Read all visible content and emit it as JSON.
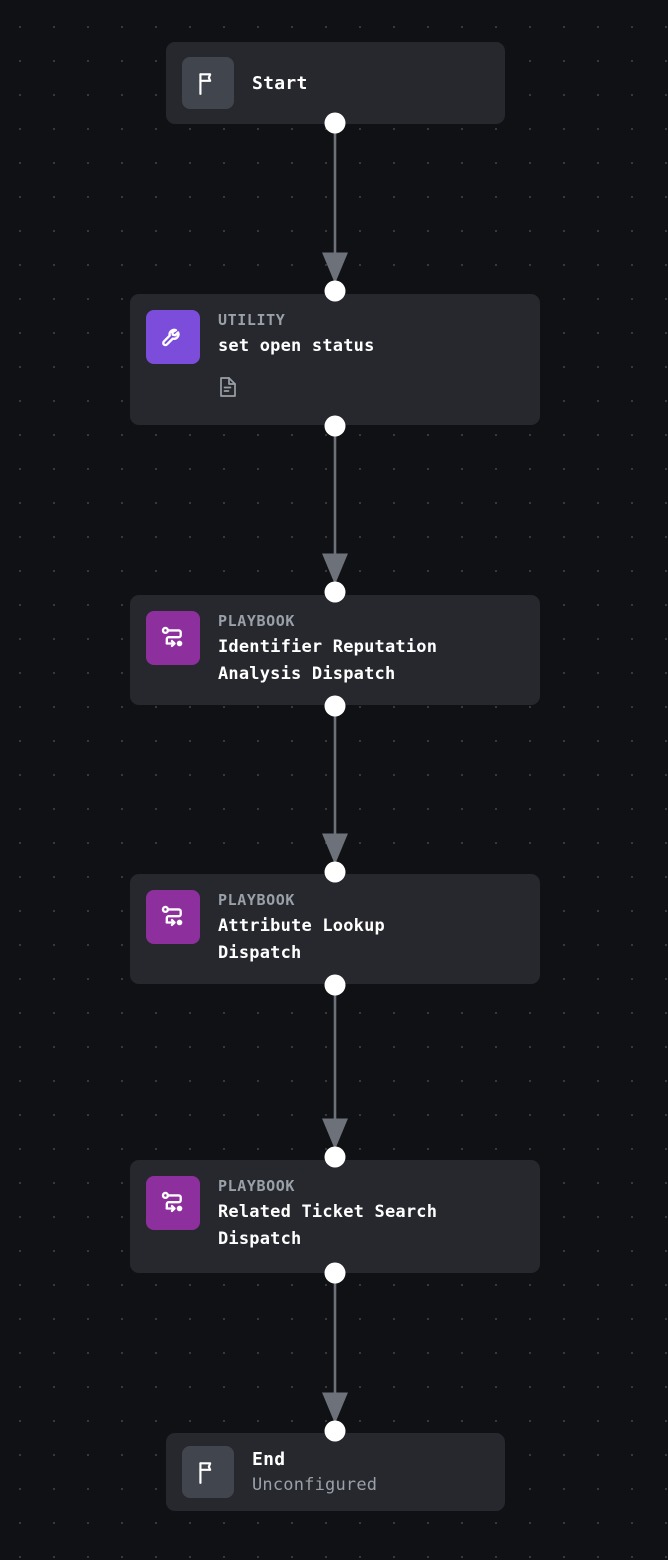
{
  "canvas": {
    "background_color": "#0f1114",
    "dot_color": "#35383d",
    "node_color": "#26282e",
    "edge_color": "#6d717a",
    "handle_color": "#ffffff"
  },
  "nodes": [
    {
      "id": "start",
      "kind": "terminal",
      "icon": "flag-icon",
      "icon_color": "#41454d",
      "title": "Start",
      "kicker": "",
      "subtitle": "",
      "has_doc_icon": false
    },
    {
      "id": "set-open-status",
      "kind": "step",
      "icon": "wrench-icon",
      "icon_color": "#7c4ddb",
      "kicker": "UTILITY",
      "title": "set open status",
      "subtitle": "",
      "has_doc_icon": true,
      "doc_icon": "document-icon"
    },
    {
      "id": "identifier-reputation-analysis-dispatch",
      "kind": "step",
      "icon": "workflow-icon",
      "icon_color": "#8e2f9e",
      "kicker": "PLAYBOOK",
      "title": "Identifier Reputation\nAnalysis Dispatch",
      "subtitle": "",
      "has_doc_icon": false
    },
    {
      "id": "attribute-lookup-dispatch",
      "kind": "step",
      "icon": "workflow-icon",
      "icon_color": "#8e2f9e",
      "kicker": "PLAYBOOK",
      "title": "Attribute Lookup\nDispatch",
      "subtitle": "",
      "has_doc_icon": false
    },
    {
      "id": "related-ticket-search-dispatch",
      "kind": "step",
      "icon": "workflow-icon",
      "icon_color": "#8e2f9e",
      "kicker": "PLAYBOOK",
      "title": "Related Ticket Search\nDispatch",
      "subtitle": "",
      "has_doc_icon": false
    },
    {
      "id": "end",
      "kind": "terminal",
      "icon": "flag-icon",
      "icon_color": "#41454d",
      "kicker": "",
      "title": "End",
      "subtitle": "Unconfigured",
      "has_doc_icon": false
    }
  ],
  "edges": [
    {
      "from": "start",
      "to": "set-open-status"
    },
    {
      "from": "set-open-status",
      "to": "identifier-reputation-analysis-dispatch"
    },
    {
      "from": "identifier-reputation-analysis-dispatch",
      "to": "attribute-lookup-dispatch"
    },
    {
      "from": "attribute-lookup-dispatch",
      "to": "related-ticket-search-dispatch"
    },
    {
      "from": "related-ticket-search-dispatch",
      "to": "end"
    }
  ]
}
